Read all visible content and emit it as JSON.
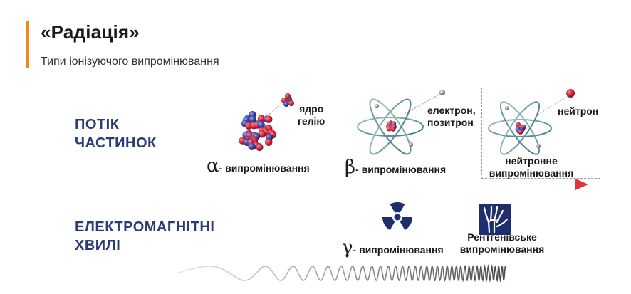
{
  "header": {
    "title": "«Радіація»",
    "subtitle": "Типи іонізуючого випромінювання"
  },
  "rows": {
    "particles": {
      "line1": "ПОТІК",
      "line2": "ЧАСТИНОК"
    },
    "waves": {
      "line1": "ЕЛЕКТРОМАГНІТНІ",
      "line2": "ХВИЛІ"
    }
  },
  "alpha": {
    "symbol": "α",
    "suffix": "- випромінювання",
    "tag_line1": "ядро",
    "tag_line2": "гелію"
  },
  "beta": {
    "symbol": "β",
    "suffix": "- випромінювання",
    "tag_line1": "електрон,",
    "tag_line2": "позитрон"
  },
  "neutron": {
    "tag": "нейтрон",
    "label_line1": "нейтронне",
    "label_line2": "випромінювання"
  },
  "gamma": {
    "symbol": "γ",
    "suffix": "- випромінювання"
  },
  "xray": {
    "label_line1": "Рентгенівське",
    "label_line2": "випромінювання"
  },
  "colors": {
    "accent": "#f08a1c",
    "heading_blue": "#2b3a78",
    "proton_red": "#d22a3a",
    "neutron_blue": "#3b4aa8",
    "arrow_red": "#e0353f",
    "icon_navy": "#1f2f6e"
  },
  "icons": {
    "radiation": "radiation-trefoil-icon",
    "xray": "xray-hand-icon"
  }
}
